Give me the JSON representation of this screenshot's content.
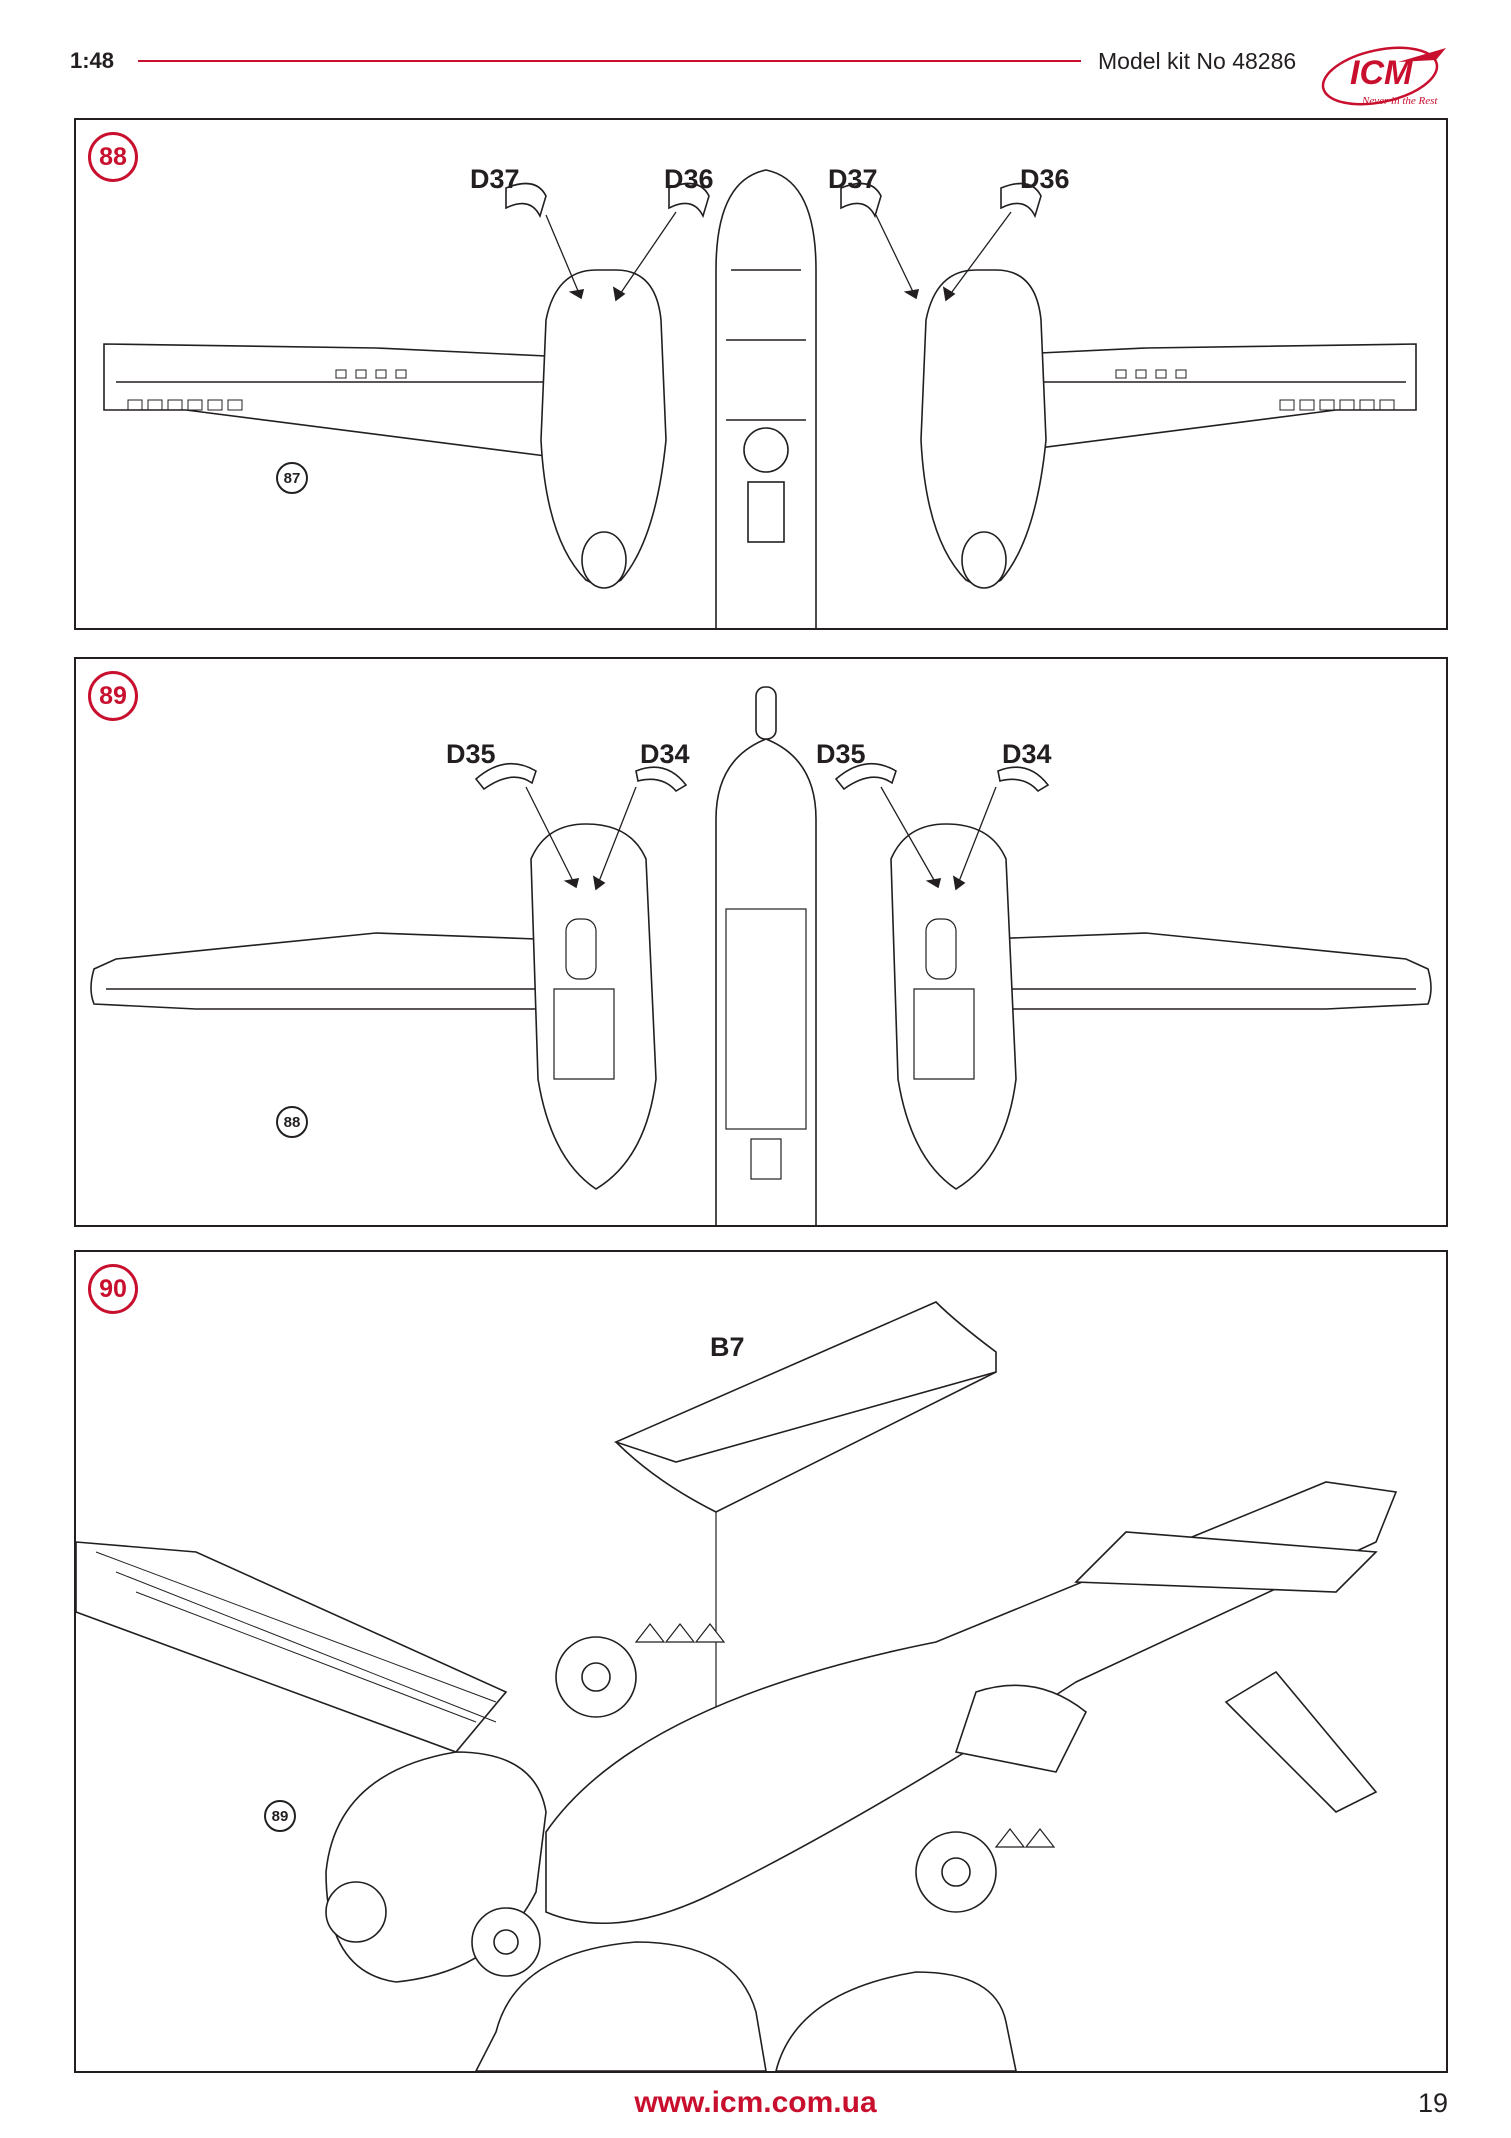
{
  "header": {
    "scale": "1:48",
    "kit_title": "Model kit No 48286",
    "logo_text": "ICM",
    "logo_tagline": "Never in the Rest"
  },
  "steps": [
    {
      "number": "88",
      "parts": [
        "D37",
        "D36",
        "D37",
        "D36"
      ],
      "reference_step": "87"
    },
    {
      "number": "89",
      "parts": [
        "D35",
        "D34",
        "D35",
        "D34"
      ],
      "reference_step": "88"
    },
    {
      "number": "90",
      "parts": [
        "B7"
      ],
      "reference_step": "89"
    }
  ],
  "footer": {
    "url": "www.icm.com.ua",
    "page_number": "19"
  },
  "colors": {
    "accent": "#c8102e",
    "line": "#231f20"
  }
}
